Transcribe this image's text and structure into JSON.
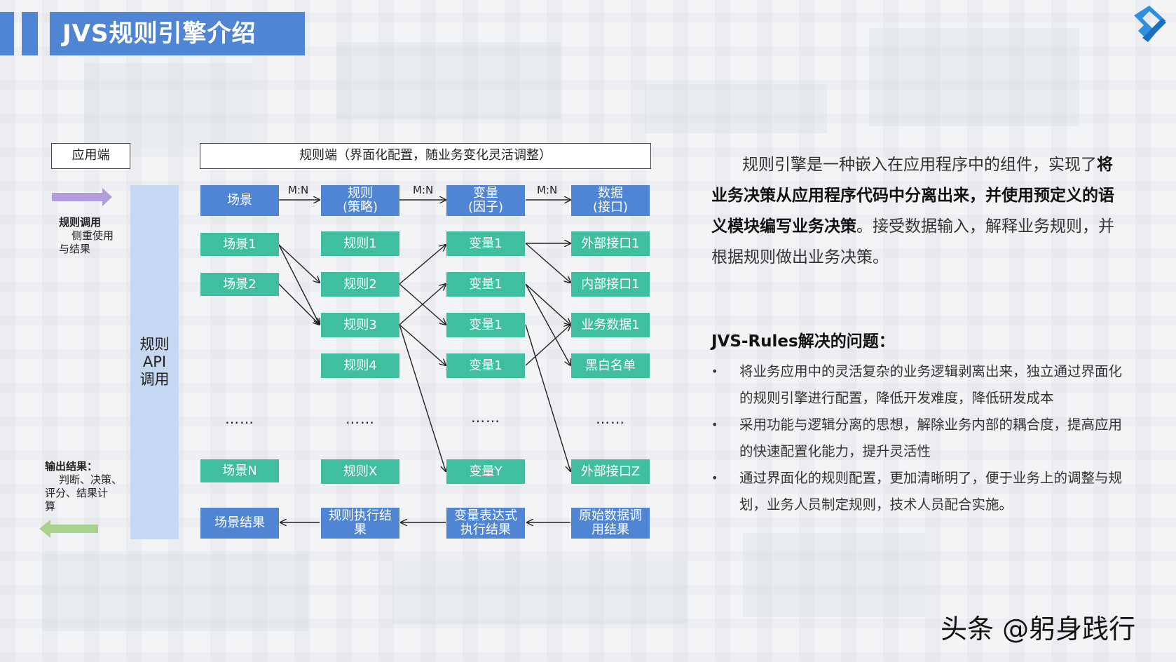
{
  "title": "JVS规则引擎介绍",
  "headers": {
    "app_side": "应用端",
    "rule_side": "规则端（界面化配置，随业务变化灵活调整）"
  },
  "left": {
    "call_label": "规则调用",
    "call_desc_1": "侧重使用",
    "call_desc_2": "与结果",
    "output_label": "输出结果：",
    "output_desc_1": "判断、决策、",
    "output_desc_2": "评分、结果计",
    "output_desc_3": "算"
  },
  "api": {
    "line1": "规则",
    "line2": "API",
    "line3": "调用"
  },
  "mn": [
    "M:N",
    "M:N",
    "M:N"
  ],
  "columns": {
    "scene": {
      "header": "场景",
      "items": [
        "场景1",
        "场景2",
        "……",
        "场景N"
      ],
      "result": "场景结果"
    },
    "rule": {
      "header_1": "规则",
      "header_2": "(策略)",
      "items": [
        "规则1",
        "规则2",
        "规则3",
        "规则4",
        "……",
        "规则X"
      ],
      "result_1": "规则执行结",
      "result_2": "果"
    },
    "variable": {
      "header_1": "变量",
      "header_2": "(因子)",
      "items": [
        "变量1",
        "变量1",
        "变量1",
        "变量1",
        "……",
        "变量Y"
      ],
      "result_1": "变量表达式",
      "result_2": "执行结果"
    },
    "data": {
      "header_1": "数据",
      "header_2": "(接口)",
      "items": [
        "外部接口1",
        "内部接口1",
        "业务数据1",
        "黑白名单",
        "……",
        "外部接口Z"
      ],
      "result_1": "原始数据调",
      "result_2": "用结果"
    }
  },
  "intro": {
    "part1": "规则引擎是一种嵌入在应用程序中的组件，实现了",
    "bold": "将业务决策从应用程序代码中分离出来，并使用预定义的语义模块编写业务决策",
    "part2": "。接受数据输入，解释业务规则，并根据规则做出业务决策。"
  },
  "subhead": "JVS-Rules解决的问题：",
  "bullets": [
    "将业务应用中的灵活复杂的业务逻辑剥离出来，独立通过界面化的规则引擎进行配置，降低开发难度，降低研发成本",
    "采用功能与逻辑分离的思想，解除业务内部的耦合度，提高应用的快速配置化能力，提升灵活性",
    "通过界面化的规则配置，更加清晰明了，便于业务上的调整与规划，业务人员制定规则，技术人员配合实施。"
  ],
  "watermark": "头条 @躬身践行",
  "colors": {
    "blue": "#4f85d2",
    "green": "#3fbfa0",
    "api_bg": "#c5d7f1",
    "purple_arrow": "#b39ddb",
    "green_arrow": "#a9d18e"
  }
}
